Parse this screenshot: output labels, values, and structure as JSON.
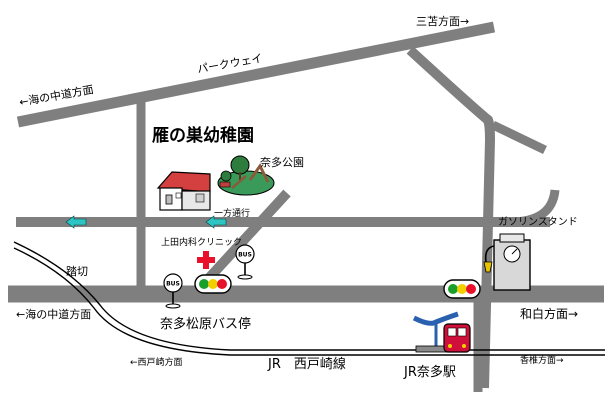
{
  "labels": {
    "sankakai": "三苫方面→",
    "parkway": "パークウェイ",
    "umi_top": "←海の中道方面",
    "nursery": "雁の巣幼稚園",
    "park": "奈多公園",
    "oneway": "一方通行",
    "clinic": "上田内科クリニック",
    "gas": "ガソリンスタンド",
    "crossing": "踏切",
    "umi_bottom": "←海の中道方面",
    "wajiro": "和白方面→",
    "bus_stop": "奈多松原バス停",
    "nishitozaki": "←西戸崎方面",
    "jr_line": "JR　西戸崎線",
    "kashii": "香椎方面→",
    "jr_station": "JR奈多駅",
    "bus_sign": "BUS"
  },
  "colors": {
    "road": "#7f7f7f",
    "rail": "#000000",
    "arrow": "#2ec4c4",
    "cross": "#e8102a",
    "signal_red": "#e8102a",
    "signal_yellow": "#f2d000",
    "signal_green": "#1aa02a",
    "train": "#d0103a",
    "platform_roof": "#2a60b0",
    "gas_pump": "#d8d8d8",
    "nozzle": "#e8c400"
  },
  "icons": [
    "arrow-left-icon",
    "cross-icon",
    "traffic-signal-icon",
    "bus-stop-icon",
    "gas-pump-icon",
    "train-icon",
    "house-icon",
    "park-icon"
  ]
}
